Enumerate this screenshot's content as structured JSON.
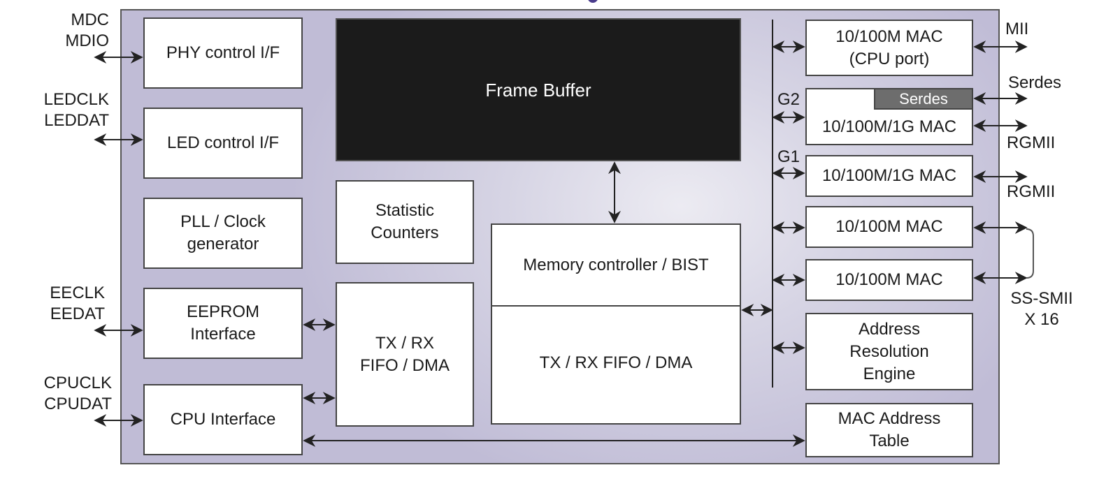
{
  "diagram": {
    "title_fragment": "g",
    "chip_blocks": {
      "phy_control": "PHY control I/F",
      "led_control": "LED control I/F",
      "pll_clock": "PLL / Clock\ngenerator",
      "eeprom": "EEPROM\nInterface",
      "cpu_interface": "CPU Interface",
      "frame_buffer": "Frame Buffer",
      "statistic_counters": "Statistic\nCounters",
      "txrx_fifo_dma_left": "TX / RX\nFIFO / DMA",
      "memory_controller": "Memory controller / BIST",
      "txrx_fifo_dma_main": "TX / RX FIFO / DMA",
      "mac_cpu_port": "10/100M MAC\n(CPU port)",
      "serdes_tab": "Serdes",
      "mac_1g_g2": "10/100M/1G MAC",
      "mac_1g_g1": "10/100M/1G MAC",
      "mac_100_a": "10/100M MAC",
      "mac_100_b": "10/100M MAC",
      "address_resolution": "Address\nResolution\nEngine",
      "mac_address_table": "MAC Address\nTable"
    },
    "left_signals": {
      "mdc_mdio": "MDC\nMDIO",
      "led": "LEDCLK\nLEDDAT",
      "eeprom": "EECLK\nEEDAT",
      "cpu": "CPUCLK\nCPUDAT"
    },
    "port_labels": {
      "g2": "G2",
      "g1": "G1"
    },
    "right_signals": {
      "mii": "MII",
      "serdes": "Serdes",
      "rgmii_1": "RGMII",
      "rgmii_2": "RGMII",
      "ss_smii": "SS-SMII\nX 16"
    },
    "colors": {
      "chip_background": "#c0bcd6",
      "frame_buffer": "#1b1b1b",
      "serdes_tab": "#6d6d6d",
      "title_accent": "#4a3c8c"
    }
  }
}
